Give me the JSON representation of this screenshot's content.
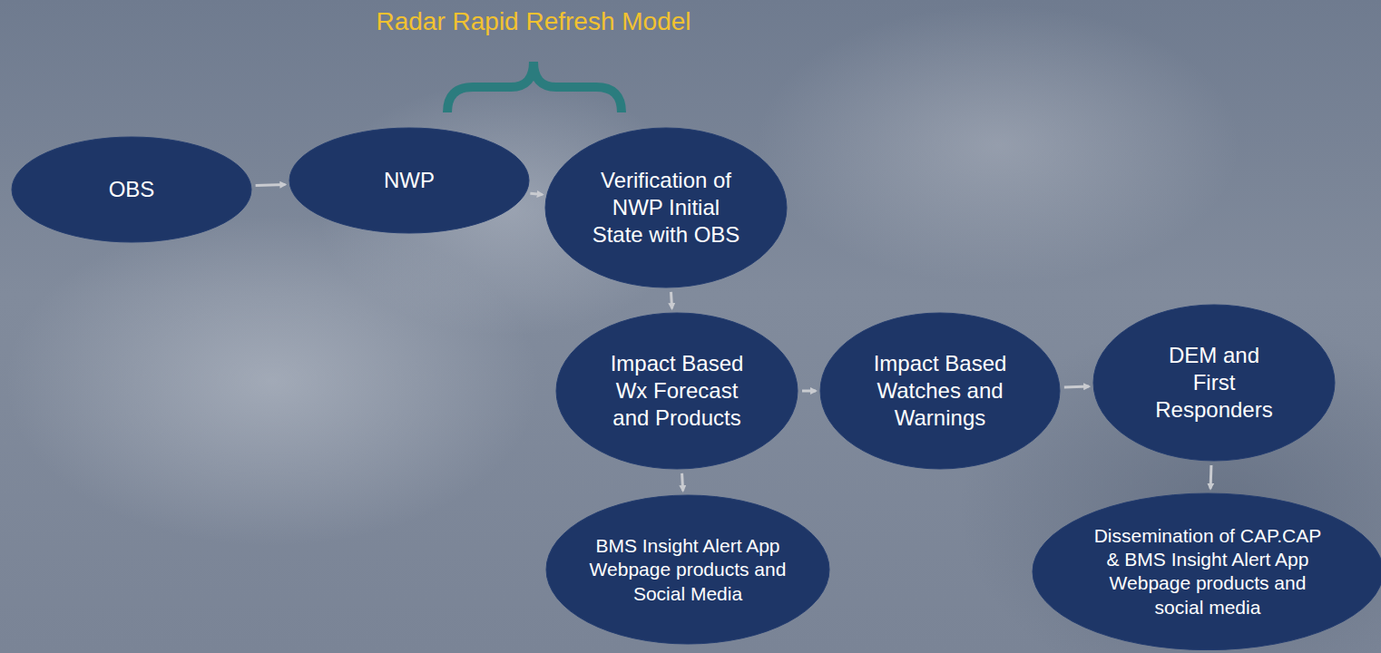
{
  "diagram": {
    "nodes": [
      {
        "text": [
          "OBS"
        ]
      },
      {
        "text": [
          "NWP"
        ]
      },
      {
        "text": [
          "Verification of NWP Initial State with OBS"
        ]
      },
      {
        "text": [
          "Impact Based Wx Forecast and Products"
        ]
      },
      {
        "text": [
          "Impact Based Watches and Warnings"
        ]
      },
      {
        "text": [
          "DEM and First Responders"
        ]
      },
      {
        "text": [
          "BMS Insight Alert App Webpage products and Social Media"
        ]
      },
      {
        "text": [
          "Dissemination of CAP.CAP & BMS Insight Alert App Webpage products and social media"
        ]
      }
    ],
    "edges": [
      {
        "from": 0,
        "to": 1,
        "arrow": "to"
      },
      {
        "from": 1,
        "to": 2,
        "arrow": "to"
      },
      {
        "from": 2,
        "to": 3,
        "arrow": "to"
      },
      {
        "from": 3,
        "to": 4,
        "arrow": "to"
      },
      {
        "from": 4,
        "to": 5,
        "arrow": "to"
      },
      {
        "from": 3,
        "to": 6,
        "arrow": "to"
      },
      {
        "from": 5,
        "to": 7,
        "arrow": "to"
      }
    ],
    "labels": [
      "Radar Rapid Refresh Model"
    ]
  }
}
